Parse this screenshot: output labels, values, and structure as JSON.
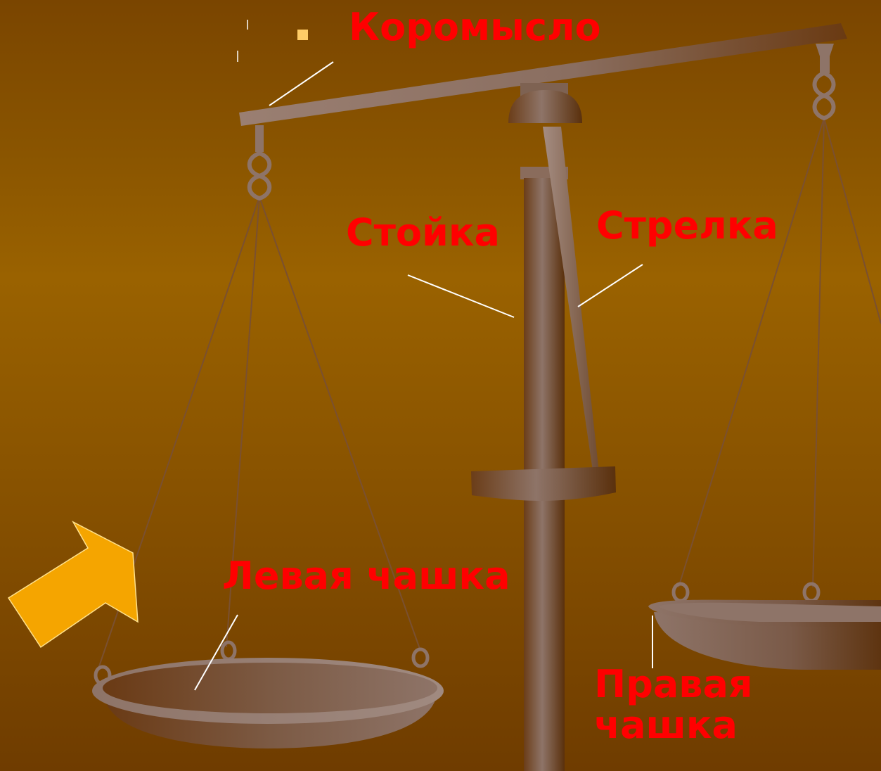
{
  "labels": {
    "beam": "Коромысло",
    "stand": "Стойка",
    "pointer": "Стрелка",
    "left_pan": "Левая чашка",
    "right_pan": "Правая чашка"
  },
  "colors": {
    "label": "#ff0000",
    "bullet": "#ffcc66",
    "arrow": "#f5a500",
    "metal_light": "#8e7468",
    "metal_dark": "#5e3410"
  },
  "icons": {
    "bullet": "square-bullet-icon",
    "arrow": "arrow-up-right-icon"
  }
}
